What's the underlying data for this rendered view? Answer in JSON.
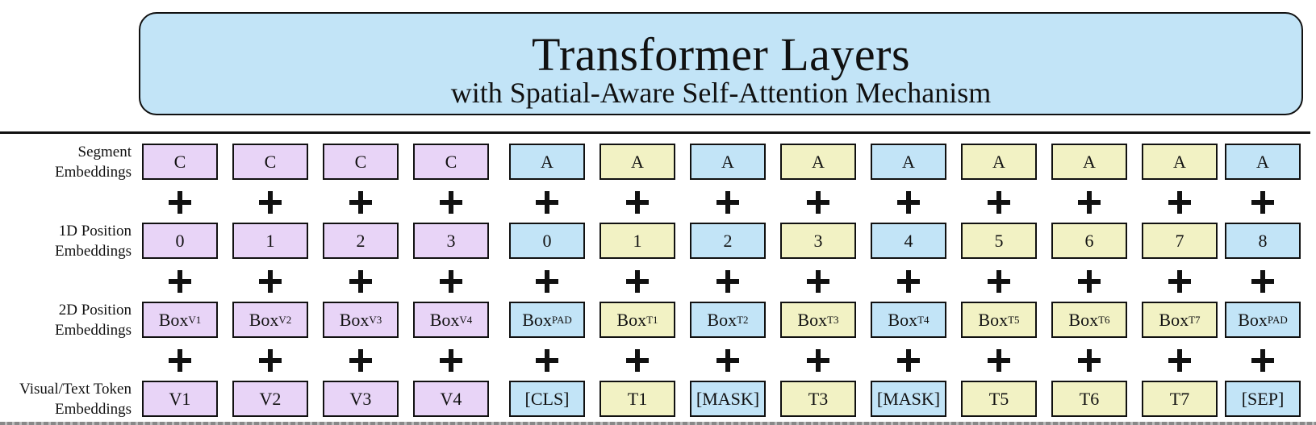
{
  "header": {
    "title": "Transformer Layers",
    "subtitle": "with Spatial-Aware Self-Attention Mechanism"
  },
  "colors": {
    "visual": "#e8d4f7",
    "text_even": "#c2e4f7",
    "text_odd": "#f2f2c4",
    "header": "#c2e4f7"
  },
  "rows": [
    {
      "key": "segment",
      "label": [
        "Segment",
        "Embeddings"
      ]
    },
    {
      "key": "pos1d",
      "label": [
        "1D Position",
        "Embeddings"
      ]
    },
    {
      "key": "pos2d",
      "label": [
        "2D Position",
        "Embeddings"
      ]
    },
    {
      "key": "token",
      "label": [
        "Visual/Text Token",
        "Embeddings"
      ]
    }
  ],
  "columns": [
    {
      "group": "visual",
      "segment": "C",
      "pos1d": "0",
      "box": "V1",
      "token": "V1"
    },
    {
      "group": "visual",
      "segment": "C",
      "pos1d": "1",
      "box": "V2",
      "token": "V2"
    },
    {
      "group": "visual",
      "segment": "C",
      "pos1d": "2",
      "box": "V3",
      "token": "V3"
    },
    {
      "group": "visual",
      "segment": "C",
      "pos1d": "3",
      "box": "V4",
      "token": "V4"
    },
    {
      "group": "text_even",
      "segment": "A",
      "pos1d": "0",
      "box": "PAD",
      "token": "[CLS]"
    },
    {
      "group": "text_odd",
      "segment": "A",
      "pos1d": "1",
      "box": "T1",
      "token": "T1"
    },
    {
      "group": "text_even",
      "segment": "A",
      "pos1d": "2",
      "box": "T2",
      "token": "[MASK]"
    },
    {
      "group": "text_odd",
      "segment": "A",
      "pos1d": "3",
      "box": "T3",
      "token": "T3"
    },
    {
      "group": "text_even",
      "segment": "A",
      "pos1d": "4",
      "box": "T4",
      "token": "[MASK]"
    },
    {
      "group": "text_odd",
      "segment": "A",
      "pos1d": "5",
      "box": "T5",
      "token": "T5"
    },
    {
      "group": "text_odd",
      "segment": "A",
      "pos1d": "6",
      "box": "T6",
      "token": "T6"
    },
    {
      "group": "text_odd",
      "segment": "A",
      "pos1d": "7",
      "box": "T7",
      "token": "T7"
    },
    {
      "group": "text_even",
      "segment": "A",
      "pos1d": "8",
      "box": "PAD",
      "token": "[SEP]"
    }
  ],
  "box_prefix": "Box",
  "operator": "+"
}
